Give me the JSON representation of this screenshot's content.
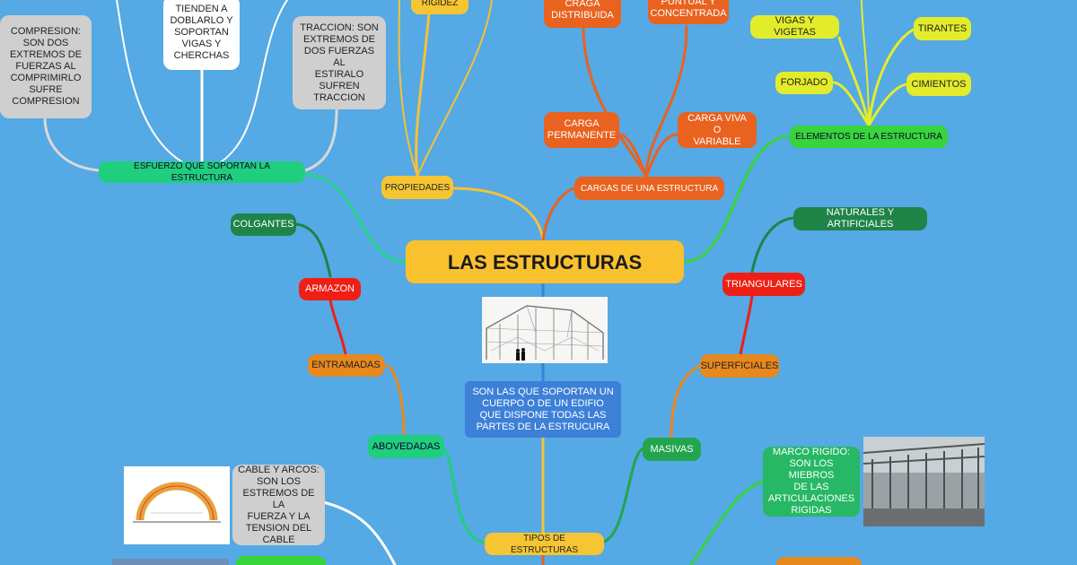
{
  "center": {
    "label": "LAS ESTRUCTURAS"
  },
  "definition": {
    "label": "SON LAS QUE SOPORTAN UN CUERPO O DE UN EDIFIO QUE DISPONE TODAS LAS PARTES DE LA ESTRUCURA"
  },
  "esfuerzo": {
    "label": "ESFUERZO QUE SOPORTAN LA ESTRUCTURA",
    "compresion": "COMPRESION:\nSON DOS\nEXTREMOS DE\nFUERZAS AL\nCOMPRIMIRLO\nSUFRE\nCOMPRESION",
    "flexion": "TIENDEN A\nDOBLARLO Y\nSOPORTAN\nVIGAS Y\nCHERCHAS",
    "traccion": "TRACCION: SON\nEXTREMOS DE\nDOS FUERZAS AL\nESTIRALO SUFREN\nTRACCION"
  },
  "propiedades": {
    "label": "PROPIEDADES",
    "rigidez": "RIGIDEZ"
  },
  "cargas": {
    "label": "CARGAS DE UNA ESTRUCTURA",
    "distribuida": "CRAGA\nDISTRIBUIDA",
    "puntual": "PUNTUAL Y\nCONCENTRADA",
    "permanente": "CARGA\nPERMANENTE",
    "viva": "CARGA VIVA O\nVARIABLE"
  },
  "elementos": {
    "label": "ELEMENTOS DE LA ESTRUCTURA",
    "vigas": "VIGAS Y VIGETAS",
    "tirantes": "TIRANTES",
    "forjado": "FORJADO",
    "cimientos": "CIMIENTOS"
  },
  "armazon": {
    "label": "ARMAZON",
    "colgantes": "COLGANTES"
  },
  "entramadas": {
    "label": "ENTRAMADAS"
  },
  "abovedadas": {
    "label": "ABOVEDADAS"
  },
  "triangulares": {
    "label": "TRIANGULARES",
    "naturales": "NATURALES Y ARTIFICIALES"
  },
  "superficiales": {
    "label": "SUPERFICIALES"
  },
  "masivas": {
    "label": "MASIVAS"
  },
  "tipos": {
    "label": "TIPOS DE ESTRUCTURAS"
  },
  "cable": {
    "label": "CABLE Y ARCOS:\nSON LOS\nESTREMOS DE LA\nFUERZA Y LA\nTENSION DEL\nCABLE"
  },
  "marco": {
    "label": "MARCO RIGIDO:\nSON LOS MIEBROS\nDE LAS\nARTICULACIONES\nRIGIDAS"
  },
  "arco_image": {
    "title": "Línea de presiones en el Arco"
  },
  "colors": {
    "background": "#55a9e4",
    "center": "#f9c12e"
  }
}
